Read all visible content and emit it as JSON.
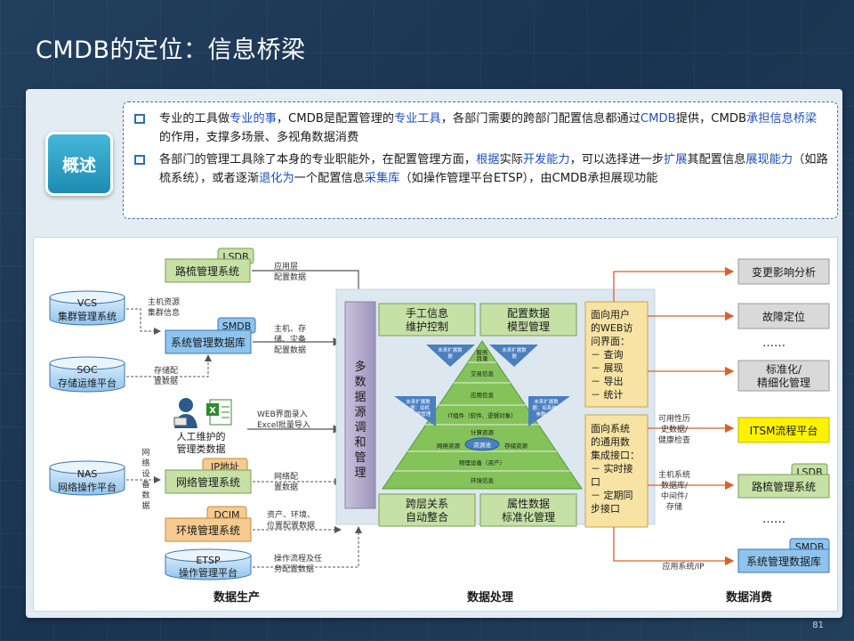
{
  "title": "CMDB的定位：信息桥梁",
  "overview": {
    "badge": "概述",
    "bullet1": [
      {
        "t": "专业的工具做",
        "hl": false
      },
      {
        "t": "专业的事",
        "hl": true
      },
      {
        "t": "，CMDB是配置管理的",
        "hl": false
      },
      {
        "t": "专业工具",
        "hl": true
      },
      {
        "t": "，各部门需要的跨部门配置信息都通过",
        "hl": false
      },
      {
        "t": "CMDB",
        "hl": true
      },
      {
        "t": "提供，CMDB",
        "hl": false
      },
      {
        "t": "承担信息桥梁",
        "hl": true
      },
      {
        "t": "的作用，支撑多场景、多视角数据消费",
        "hl": false
      }
    ],
    "bullet2": [
      {
        "t": "各部门的管理工具除了本身的专业职能外，在配置管理方面，",
        "hl": false
      },
      {
        "t": "根据",
        "hl": true
      },
      {
        "t": "实际",
        "hl": false
      },
      {
        "t": "开发能力",
        "hl": true
      },
      {
        "t": "，可以选择进一步",
        "hl": false
      },
      {
        "t": "扩展",
        "hl": true
      },
      {
        "t": "其配置信息",
        "hl": false
      },
      {
        "t": "展现能力",
        "hl": true
      },
      {
        "t": "（如路梳系统），或者逐渐",
        "hl": false
      },
      {
        "t": "退化为",
        "hl": true
      },
      {
        "t": "一个配置信息",
        "hl": false
      },
      {
        "t": "采集库",
        "hl": true
      },
      {
        "t": "（如操作管理平台ETSP），由CMDB承担展现功能",
        "hl": false
      }
    ]
  },
  "diagram": {
    "producers": {
      "lsdb_tag": "LSDB",
      "route_sys": "路梳管理系统",
      "route_note": [
        "应用层",
        "配置数据"
      ],
      "vcs": [
        "VCS",
        "集群管理系统"
      ],
      "vcs_note": [
        "主机资源",
        "集群信息"
      ],
      "smdb_tag": "SMDB",
      "sys_db": "系统管理数据库",
      "sys_note": [
        "主机、存",
        "储、灾备",
        "配置数据"
      ],
      "soc": [
        "SOC",
        "存储运维平台"
      ],
      "soc_note": [
        "存储配",
        "置数据"
      ],
      "manual": [
        "人工维护的",
        "管理类数据"
      ],
      "manual_note": [
        "WEB界面录入",
        "Excel批量导入"
      ],
      "excel_label": "X",
      "nas": [
        "NAS",
        "网络操作平台"
      ],
      "nas_note": [
        "网",
        "络",
        "设",
        "备",
        "数",
        "据"
      ],
      "ip_tag": "IP地址",
      "net_sys": "网络管理系统",
      "net_note": [
        "网络配",
        "置数据"
      ],
      "dcim_tag": "DCIM",
      "env_sys": "环境管理系统",
      "env_note": [
        "资产、环境、",
        "位置配置数据"
      ],
      "etsp": [
        "ETSP",
        "操作管理平台"
      ],
      "etsp_note": [
        "操作流程及任",
        "务配置数据"
      ]
    },
    "hub": {
      "label": [
        "多",
        "数",
        "据",
        "源",
        "调",
        "和",
        "管",
        "理"
      ]
    },
    "processing": {
      "manual_ctrl": [
        "手工信息",
        "维护控制"
      ],
      "model_mgmt": [
        "配置数据",
        "模型管理"
      ],
      "cross_layer": [
        "跨层关系",
        "自动整合"
      ],
      "attr_std": [
        "属性数据",
        "标准化管理"
      ],
      "pyramid": {
        "services": [
          "服务",
          "目录"
        ],
        "layer_txn": "交易信息",
        "layer_app": "应用信息",
        "layer_it": "IT组件（软件、逻辑对象）",
        "layer_calc": "计算资源",
        "pool": "资源池",
        "layer_net": "网络资源",
        "layer_store": "存储资源",
        "layer_phys": "物理设备（资产）",
        "layer_env": "环境信息",
        "ext_tl": [
          "未来扩展数",
          "据"
        ],
        "ext_tr": [
          "未来扩展数",
          "据"
        ],
        "ext_ml": [
          "未来扩展数",
          "据：如机",
          "房管理"
        ],
        "ext_mr": [
          "未来扩展数",
          "据：如系统",
          "参数"
        ]
      }
    },
    "interfaces": {
      "user_web": [
        "面向用户",
        "的WEB访",
        "问界面：",
        "－ 查询",
        "－ 展现",
        "－ 导出",
        "－ 统计"
      ],
      "sys_api": [
        "面向系统",
        "的通用数",
        "集成接口：",
        "－ 实时接",
        "   口",
        "－ 定期同",
        "   步接口"
      ]
    },
    "consumers": {
      "change": "变更影响分析",
      "fault": "故障定位",
      "dots": "……",
      "standard": [
        "标准化/",
        "精细化管理"
      ],
      "itsm_note": [
        "可用性历",
        "史数据/",
        "健康检查"
      ],
      "itsm": "ITSM流程平台",
      "lsdb_tag": "LSDB",
      "route_sys": "路梳管理系统",
      "route_note": [
        "主机系统",
        "数据库/",
        "中间件/",
        "存储"
      ],
      "smdb_tag": "SMDB",
      "sys_db": "系统管理数据库",
      "sys_note": "应用系统/IP"
    },
    "footer": {
      "produce": "数据生产",
      "process": "数据处理",
      "consume": "数据消费"
    }
  },
  "page_number": "81",
  "colors": {
    "green_box": "#c6e0a6",
    "blue_box": "#8ec4ee",
    "orange_box": "#f5cb91",
    "yellow_itsm": "#fff200",
    "hub": "#b2a9c9",
    "interface": "#f7e3a4",
    "pyramid": "#84c25a",
    "consumer": "#d9d9d9"
  }
}
